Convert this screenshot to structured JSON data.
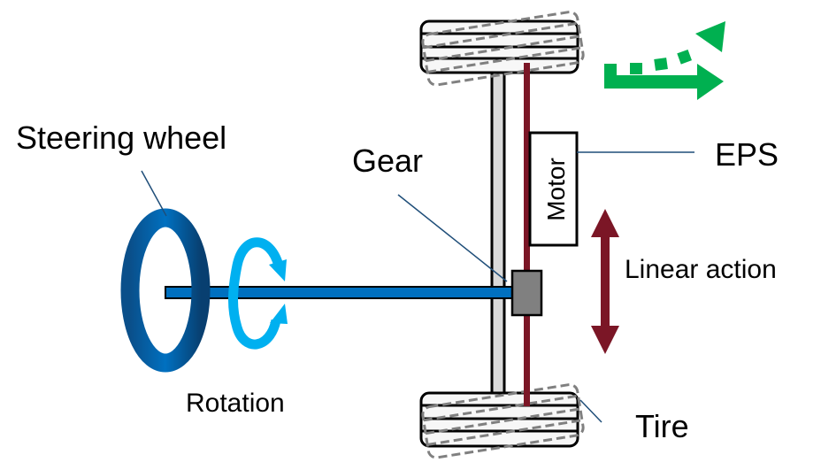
{
  "labels": {
    "steering_wheel": "Steering wheel",
    "gear": "Gear",
    "motor": "Motor",
    "eps": "EPS",
    "linear_action": "Linear action",
    "rotation": "Rotation",
    "tire": "Tire"
  },
  "colors": {
    "shaft_blue": "#0070c0",
    "rotation_cyan": "#00b0f0",
    "rack_red": "#7b1626",
    "direction_green": "#00b050",
    "gear_gray": "#808080",
    "axle_gray": "#d9d9d9",
    "leader_line": "#1f4e79"
  }
}
